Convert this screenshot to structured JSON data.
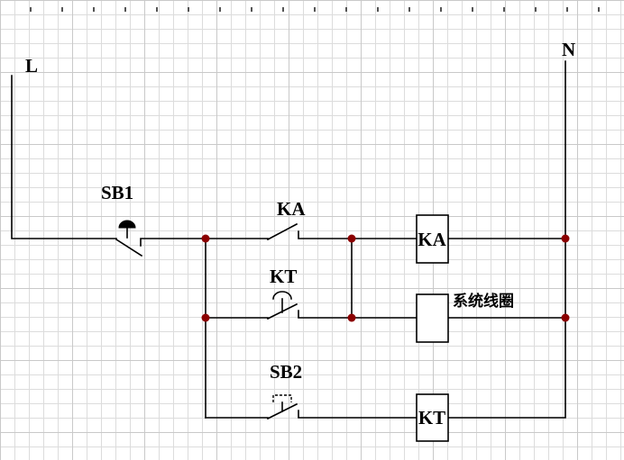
{
  "diagram": {
    "kind": "relay-control-circuit",
    "power_rails": {
      "left": "L",
      "right": "N"
    },
    "components": {
      "sb1": {
        "label": "SB1",
        "type": "pushbutton-switch"
      },
      "ka_contact": {
        "label": "KA",
        "type": "relay-contact-no"
      },
      "kt_contact": {
        "label": "KT",
        "type": "time-delay-contact"
      },
      "sb2": {
        "label": "SB2",
        "type": "pushbutton-switch"
      },
      "ka_coil": {
        "label": "KA",
        "type": "relay-coil"
      },
      "system_coil": {
        "annotation": "系统线圈",
        "type": "coil"
      },
      "kt_coil": {
        "label": "KT",
        "type": "timer-coil"
      }
    },
    "junctions": {
      "count": 6
    },
    "colors": {
      "wire": "#000000",
      "junction_dot": "#8b0000",
      "grid_line": "#dcdcdc",
      "background": "#ffffff"
    }
  }
}
